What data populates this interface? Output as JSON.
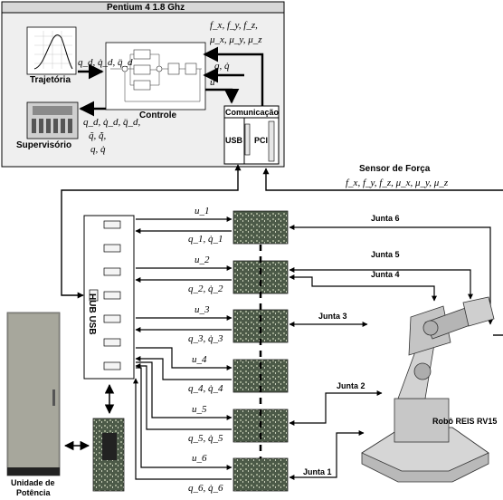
{
  "pc": {
    "title": "Pentium 4 1.8 Ghz",
    "trajetoria": "Trajetória",
    "controle": "Controle",
    "supervisorio": "Supervisório",
    "comunicacao": "Comunicação",
    "usb": "USB",
    "pci": "PCI"
  },
  "signals": {
    "traj_to_ctrl": "q_d, q̇_d, q̈_d",
    "sensor_top_1": "f_x, f_y, f_z,",
    "sensor_top_2": "μ_x, μ_y, μ_z",
    "q_qdot": "q, q̇",
    "u": "u",
    "sup_1": "q_d, q̇_d, q̈_d,",
    "sup_2": "q̃, q̃̇,",
    "sup_3": "q, q̇"
  },
  "sensor": {
    "title": "Sensor de Força",
    "values": "f_x, f_y, f_z, μ_x, μ_y, μ_z"
  },
  "hub": {
    "label": "HUB USB"
  },
  "joints_io": [
    {
      "u": "u_1",
      "q": "q_1, q̇_1"
    },
    {
      "u": "u_2",
      "q": "q_2, q̇_2"
    },
    {
      "u": "u_3",
      "q": "q_3, q̇_3"
    },
    {
      "u": "u_4",
      "q": "q_4, q̇_4"
    },
    {
      "u": "u_5",
      "q": "q_5, q̇_5"
    },
    {
      "u": "u_6",
      "q": "q_6, q̇_6"
    }
  ],
  "joints": {
    "j1": "Junta 1",
    "j2": "Junta 2",
    "j3": "Junta 3",
    "j4": "Junta 4",
    "j5": "Junta 5",
    "j6": "Junta 6"
  },
  "robot": {
    "label": "Robô REIS RV15"
  },
  "power": {
    "label_1": "Unidade de",
    "label_2": "Potência"
  }
}
